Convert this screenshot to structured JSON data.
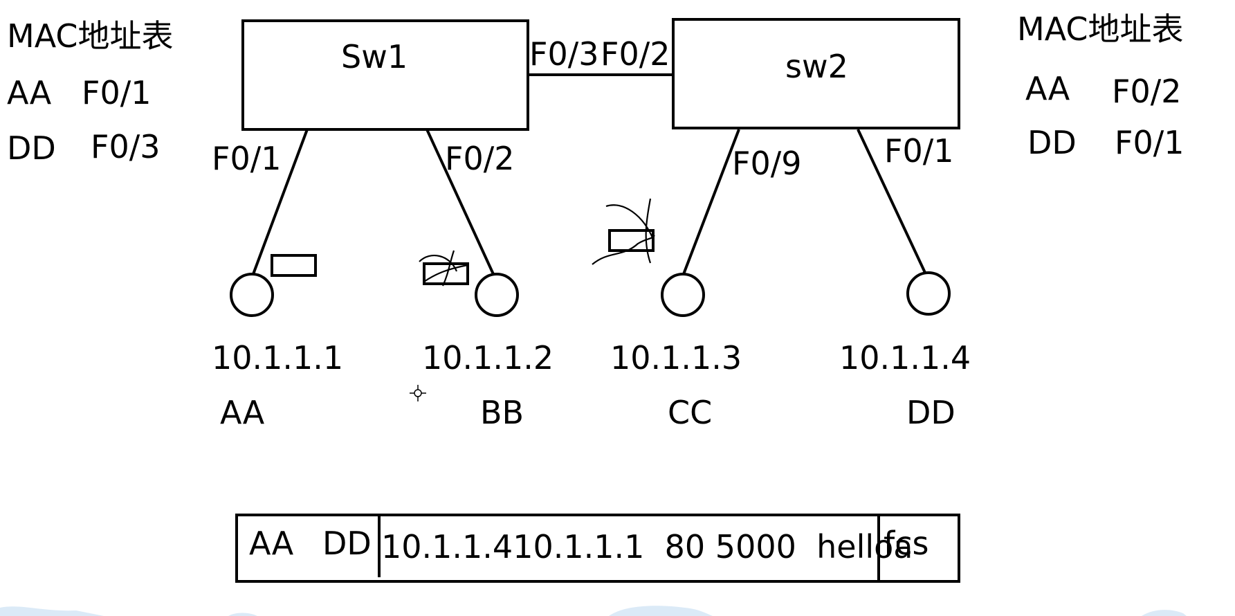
{
  "left_table": {
    "title": "MAC地址表",
    "rows": [
      {
        "mac": "AA",
        "port": "F0/1"
      },
      {
        "mac": "DD",
        "port": "F0/3"
      }
    ]
  },
  "right_table": {
    "title": "MAC地址表",
    "rows": [
      {
        "mac": "AA",
        "port": "F0/2"
      },
      {
        "mac": "DD",
        "port": "F0/1"
      }
    ]
  },
  "switches": {
    "sw1": {
      "label": "Sw1"
    },
    "sw2": {
      "label": "sw2"
    }
  },
  "trunk": {
    "sw1_port": "F0/3",
    "sw2_port": "F0/2"
  },
  "links": [
    {
      "port": "F0/1"
    },
    {
      "port": "F0/2"
    },
    {
      "port": "F0/9"
    },
    {
      "port": "F0/1"
    }
  ],
  "hosts": [
    {
      "ip": "10.1.1.1",
      "mac": "AA"
    },
    {
      "ip": "10.1.1.2",
      "mac": "BB"
    },
    {
      "ip": "10.1.1.3",
      "mac": "CC"
    },
    {
      "ip": "10.1.1.4",
      "mac": "DD"
    }
  ],
  "frame": {
    "src_mac": "AA",
    "dst_mac": "DD",
    "payload": "10.1.1.410.1.1.1  80 5000  helloa",
    "fcs": "fcs"
  },
  "colors": {
    "ink": "#000000",
    "background": "#ffffff",
    "bottom_decoration": "#dbeaf7"
  },
  "icons": [
    "crosshair-cursor-icon"
  ]
}
